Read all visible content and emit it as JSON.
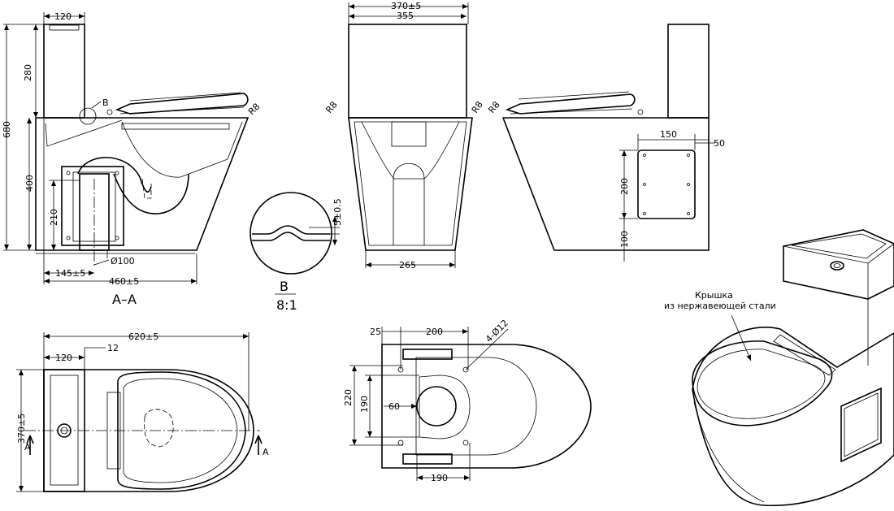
{
  "views": {
    "section": {
      "dims": {
        "tank_depth": "120",
        "tank_height": "280",
        "overall_height": "680",
        "bowl_height": "400",
        "outlet_height": "210",
        "outlet_offset": "145±5",
        "outlet_diameter": "Ø100",
        "base_length": "460±5",
        "radius": "R8"
      },
      "detail_marker": "B",
      "caption": "A–A"
    },
    "detail_b": {
      "dim": "5±0.5",
      "label": "B",
      "scale": "8:1"
    },
    "front": {
      "dims": {
        "overall_width": "370±5",
        "tank_width": "355",
        "base_width": "265",
        "radius_left": "R8",
        "radius_right": "R8"
      }
    },
    "side": {
      "dims": {
        "panel_width": "150",
        "panel_offset": "50",
        "panel_height": "200",
        "panel_from_floor": "100",
        "radius": "R8"
      }
    },
    "top": {
      "dims": {
        "overall_length": "620±5",
        "tank_depth": "120",
        "gap": "12",
        "overall_width": "370±5"
      },
      "section_marks": [
        "A",
        "A"
      ]
    },
    "bottom": {
      "dims": {
        "offset": "25",
        "hole_spacing_x": "200",
        "holes": "4-Ø12",
        "outer_height": "220",
        "inner_height": "190",
        "outlet_offset": "60",
        "bottom_width": "190"
      }
    },
    "iso": {
      "note_line1": "Крышка",
      "note_line2": "из нержавеющей стали"
    }
  }
}
